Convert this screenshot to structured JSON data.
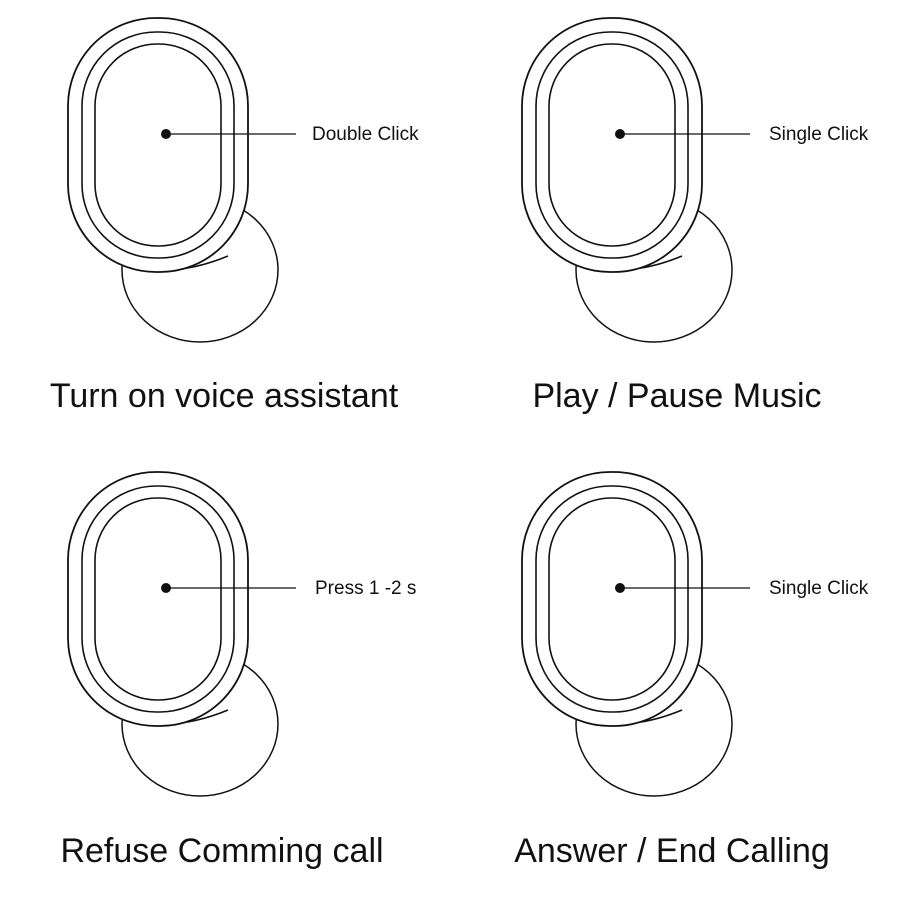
{
  "colors": {
    "stroke": "#111111",
    "background": "#ffffff"
  },
  "panels": [
    {
      "label": "Double Click",
      "caption": "Turn on voice assistant"
    },
    {
      "label": "Single Click",
      "caption": "Play / Pause Music"
    },
    {
      "label": "Press 1 -2 s",
      "caption": "Refuse Comming call"
    },
    {
      "label": "Single Click",
      "caption": "Answer / End Calling"
    }
  ]
}
